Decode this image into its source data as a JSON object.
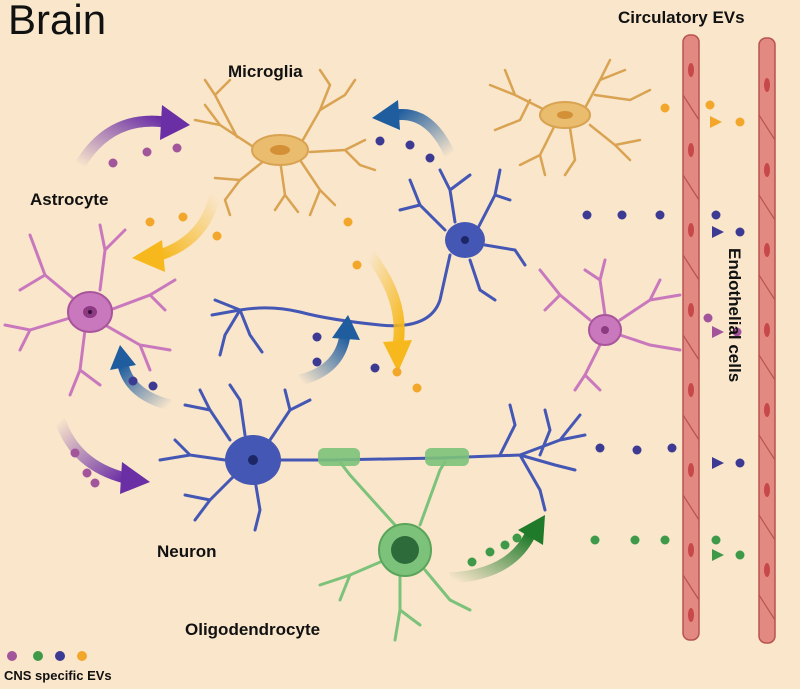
{
  "title": "Brain",
  "labels": {
    "microglia": "Microglia",
    "astrocyte": "Astrocyte",
    "neuron": "Neuron",
    "oligodendrocyte": "Oligodendrocyte",
    "circulatory_evs": "Circulatory EVs",
    "endothelial_cells": "Endothelial cells"
  },
  "legend": {
    "text": "CNS specific EVs",
    "dot_colors": [
      "#a3559b",
      "#3e9a49",
      "#3d3a94",
      "#f3a72a"
    ]
  },
  "colors": {
    "background": "#f9e6cb",
    "astrocyte": "#c978bd",
    "microglia": "#e9bc6e",
    "neuron": "#4457b4",
    "oligodendrocyte": "#7cc27a",
    "endothelial": "#e28a82",
    "arrow_purple": "#6b2fa5",
    "arrow_yellow": "#f6b81d",
    "arrow_blue": "#1f5d9f",
    "arrow_green": "#1f7a2a"
  }
}
